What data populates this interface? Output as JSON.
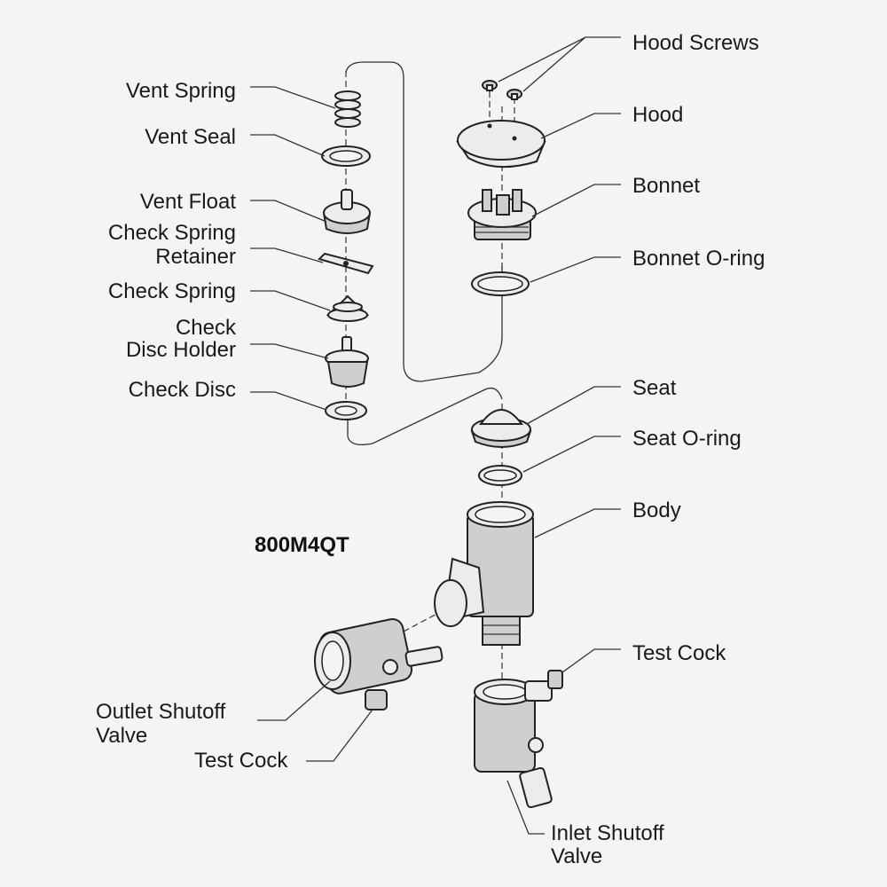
{
  "model": "800M4QT",
  "labels": {
    "hood_screws": "Hood Screws",
    "hood": "Hood",
    "bonnet": "Bonnet",
    "bonnet_oring": "Bonnet O-ring",
    "seat": "Seat",
    "seat_oring": "Seat O-ring",
    "body": "Body",
    "test_cock_right": "Test Cock",
    "vent_spring": "Vent Spring",
    "vent_seal": "Vent Seal",
    "vent_float": "Vent Float",
    "check_spring_retainer_1": "Check Spring",
    "check_spring_retainer_2": "Retainer",
    "check_spring": "Check Spring",
    "check_disc_holder_1": "Check",
    "check_disc_holder_2": "Disc Holder",
    "check_disc": "Check Disc",
    "outlet_shutoff_1": "Outlet Shutoff",
    "outlet_shutoff_2": "Valve",
    "test_cock_left": "Test Cock",
    "inlet_shutoff_1": "Inlet Shutoff",
    "inlet_shutoff_2": "Valve"
  }
}
